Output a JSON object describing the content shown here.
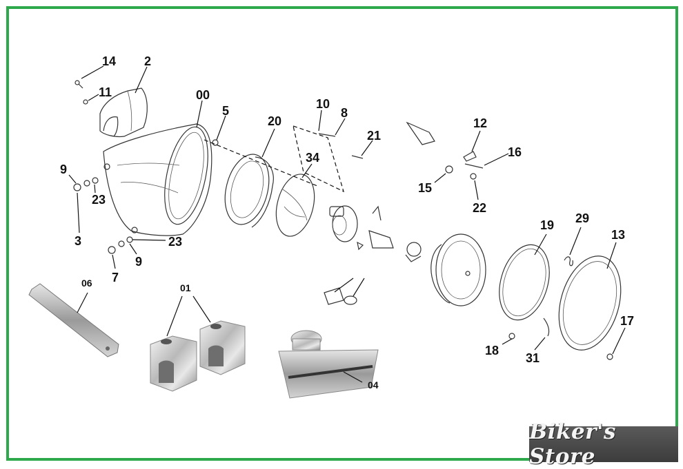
{
  "colors": {
    "frame": "#2da84a",
    "logo_bg": "#484848",
    "logo_text": "#f4f4f4"
  },
  "callouts": {
    "c14": "14",
    "c2": "2",
    "c11": "11",
    "c00": "00",
    "c5": "5",
    "c20": "20",
    "c10": "10",
    "c8": "8",
    "c21": "21",
    "c34": "34",
    "c12": "12",
    "c16": "16",
    "c15": "15",
    "c22": "22",
    "c9a": "9",
    "c23a": "23",
    "c3": "3",
    "c23b": "23",
    "c9b": "9",
    "c7": "7",
    "c19": "19",
    "c29": "29",
    "c13": "13",
    "c17": "17",
    "c18": "18",
    "c31": "31",
    "c06": "06",
    "c01": "01",
    "c04": "04"
  },
  "logo": {
    "text": "Biker's Store"
  }
}
